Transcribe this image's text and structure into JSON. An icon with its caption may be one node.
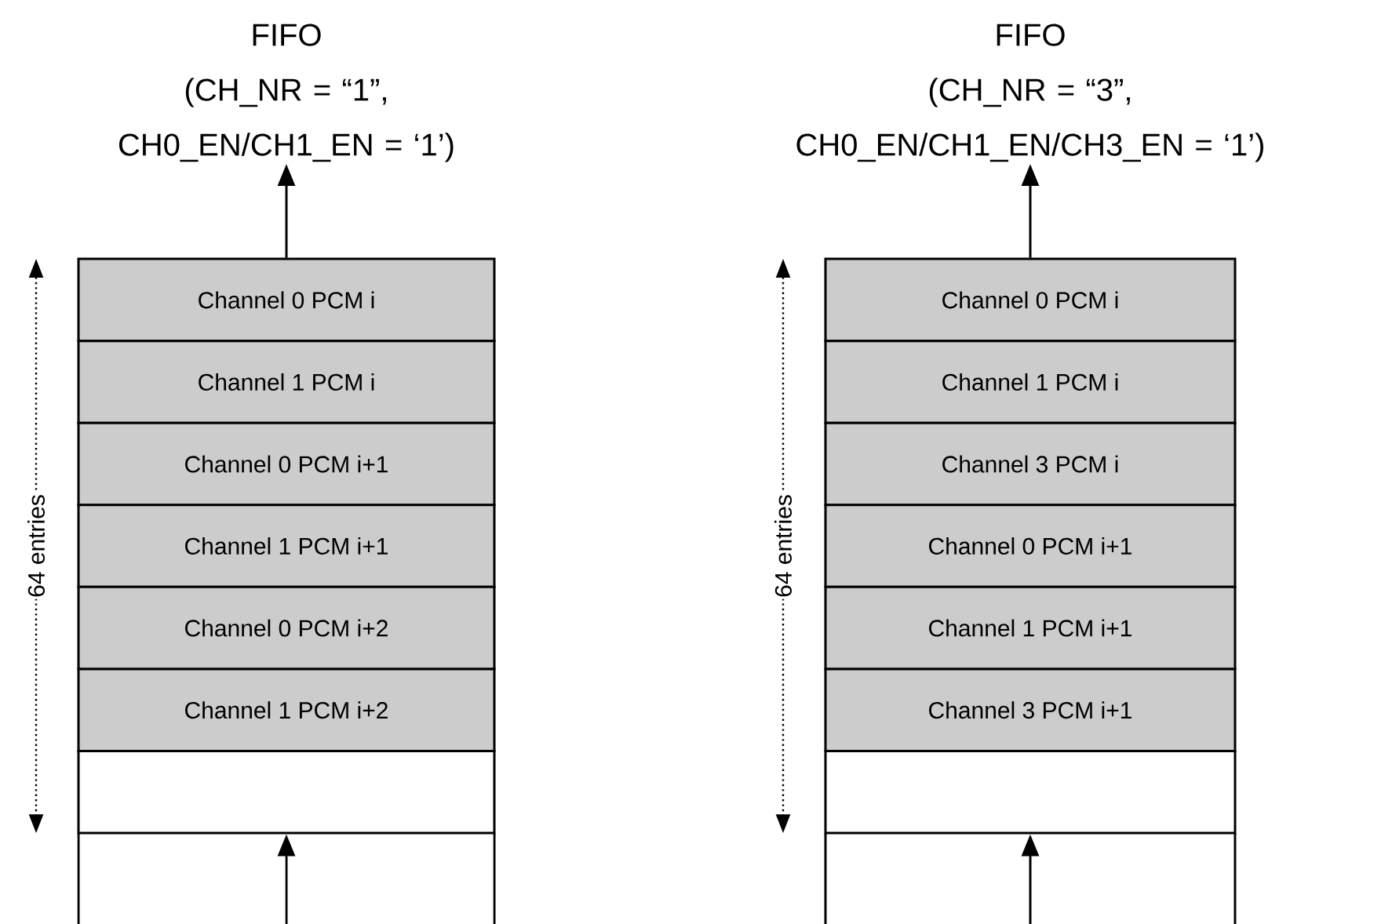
{
  "diagram": {
    "nodes": [
      {
        "text": [
          "FIFO",
          "(CH_NR = “1”, CH0_EN/CH1_EN = ‘1’)"
        ]
      },
      {
        "text": [
          "Channel 0 PCM i"
        ]
      },
      {
        "text": [
          "Channel 1 PCM i"
        ]
      },
      {
        "text": [
          "Channel 0 PCM i+1"
        ]
      },
      {
        "text": [
          "Channel 1 PCM i+1"
        ]
      },
      {
        "text": [
          "Channel 0 PCM i+2"
        ]
      },
      {
        "text": [
          "Channel 1 PCM i+2"
        ]
      },
      {
        "text": [],
        "shape": "box"
      },
      {
        "text": [
          "FIFO",
          "(CH_NR = “3”, CH0_EN/CH1_EN/CH3_EN = ‘1’)"
        ]
      },
      {
        "text": [
          "Channel 0 PCM i"
        ]
      },
      {
        "text": [
          "Channel 1 PCM i"
        ]
      },
      {
        "text": [
          "Channel 3 PCM i"
        ]
      },
      {
        "text": [
          "Channel 0 PCM i+1"
        ]
      },
      {
        "text": [
          "Channel 1 PCM i+1"
        ]
      },
      {
        "text": [
          "Channel 3 PCM i+1"
        ]
      },
      {
        "text": [],
        "shape": "box"
      }
    ],
    "edges": [
      {
        "from": 1,
        "to": 0,
        "arrow": "to"
      },
      {
        "from": null,
        "to": 7,
        "arrow": "to"
      },
      {
        "from": 9,
        "to": 8,
        "arrow": "to"
      },
      {
        "from": null,
        "to": 15,
        "arrow": "to"
      }
    ],
    "labels": [
      "64 entries",
      "64 entries"
    ]
  }
}
